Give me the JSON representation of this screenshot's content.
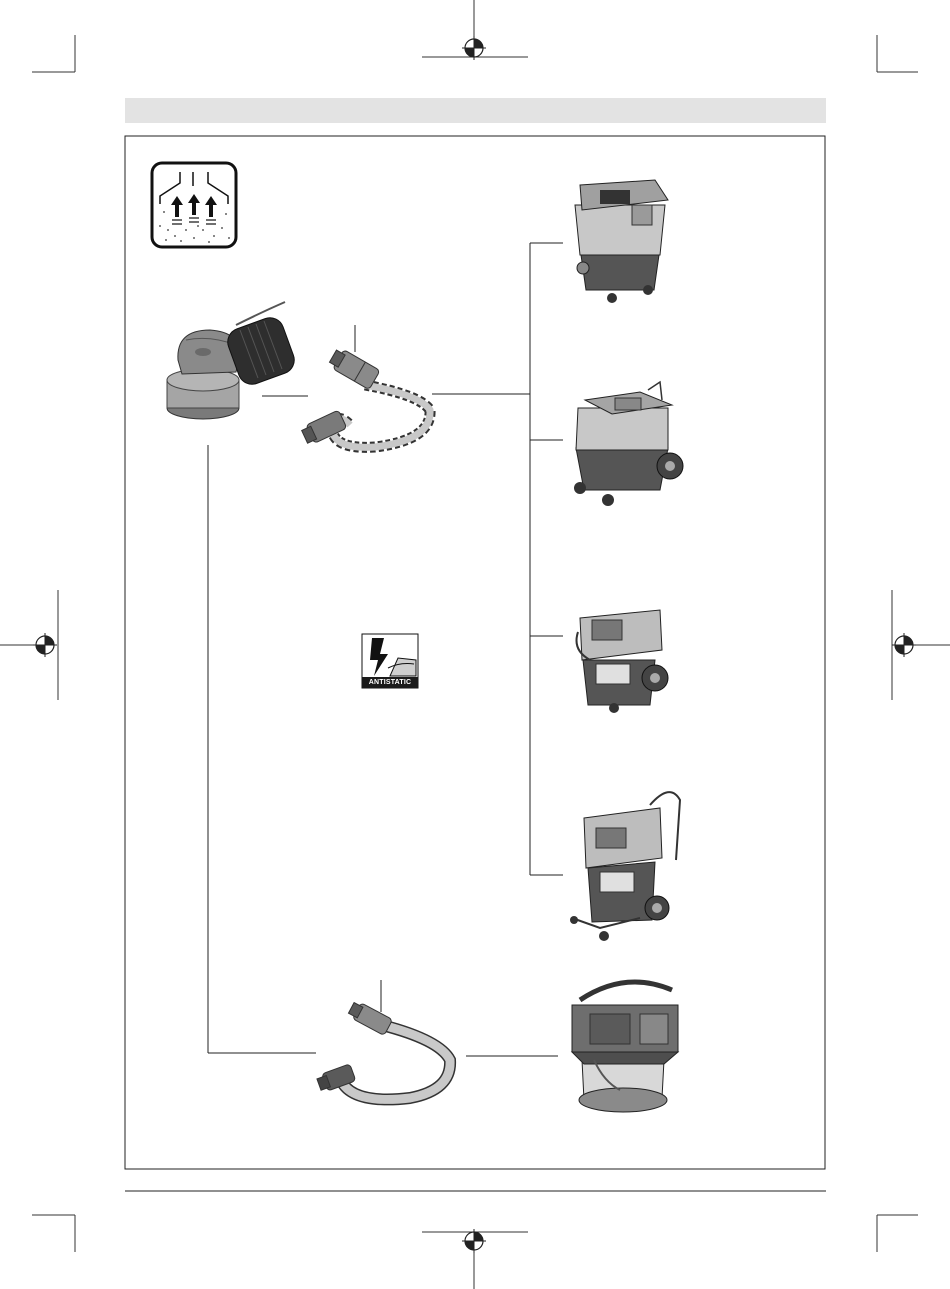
{
  "antistatic_badge": {
    "label": "ANTISTATIC"
  },
  "icons": {
    "dust_extraction": "dust-extraction-icon",
    "antistatic": "antistatic-icon",
    "sander": "random-orbit-sander",
    "hose_antistatic": "antistatic-hose",
    "hose_standard": "standard-hose",
    "vacuums": [
      "vacuum-small",
      "vacuum-medium",
      "vacuum-large",
      "vacuum-xlarge",
      "vacuum-compact"
    ]
  },
  "colors": {
    "header_band": "#e3e3e3",
    "frame": "#222222",
    "device_body": "#9a9a9a",
    "device_dark": "#555555"
  }
}
